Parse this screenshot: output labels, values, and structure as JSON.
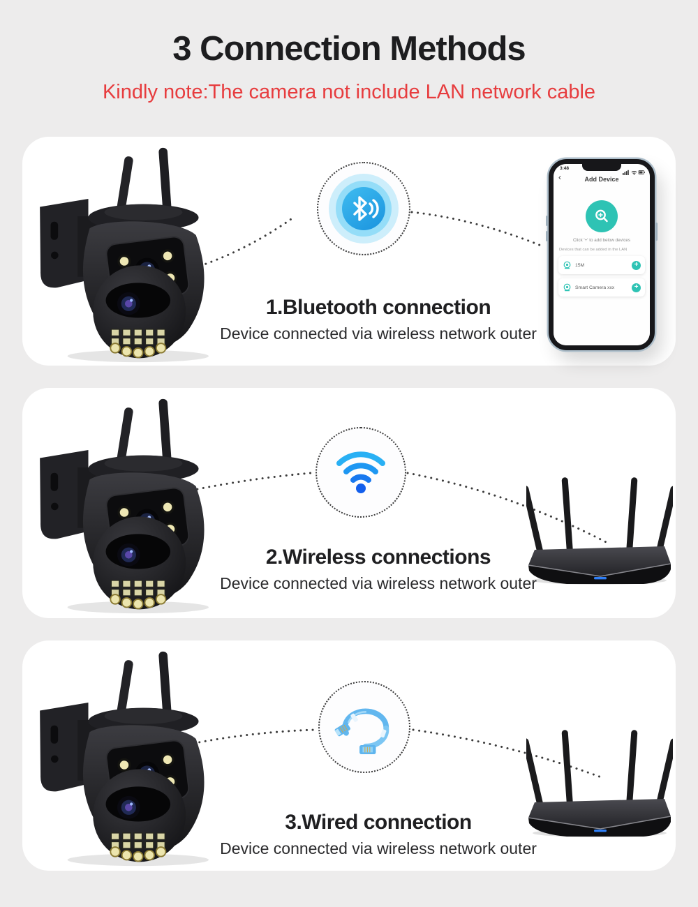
{
  "header": {
    "title": "3 Connection Methods",
    "note": "Kindly note:The camera not include LAN network cable"
  },
  "sections": [
    {
      "heading": "1.Bluetooth connection",
      "sub": "Device connected via wireless network outer",
      "icon": "bluetooth"
    },
    {
      "heading": "2.Wireless connections",
      "sub": "Device connected via wireless network outer",
      "icon": "wifi"
    },
    {
      "heading": "3.Wired connection",
      "sub": "Device connected via wireless network outer",
      "icon": "lan-cable"
    }
  ],
  "phone": {
    "status_time": "3:48",
    "back_glyph": "‹",
    "nav_title": "Add Device",
    "hint": "Click '+' to add below devices",
    "lan_note": "Devices that can be added in the LAN",
    "devices": [
      {
        "name": "15M"
      },
      {
        "name": "Smart Camera xxx"
      }
    ],
    "plus_glyph": "+",
    "accent": "#2ec3b4"
  },
  "colors": {
    "background": "#edecec",
    "card": "#ffffff",
    "note_red": "#e73c3e",
    "text_dark": "#1f1f21",
    "bluetooth_core": "#1a93de",
    "wifi_blue": "#1e88f0",
    "router_led": "#2f7ff7",
    "cable_blue": "#62b7ef"
  }
}
